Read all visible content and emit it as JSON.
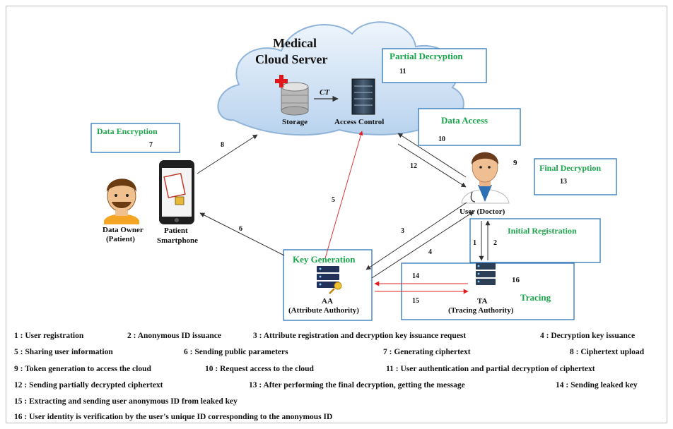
{
  "cloud": {
    "title_line1": "Medical",
    "title_line2": "Cloud Server",
    "ct_label": "CT",
    "storage_label": "Storage",
    "access_control_label": "Access Control"
  },
  "boxes": {
    "partial_decryption": {
      "title": "Partial Decryption",
      "num": "11"
    },
    "data_access": {
      "title": "Data Access",
      "num": "10"
    },
    "data_encryption": {
      "title": "Data Encryption",
      "num": "7"
    },
    "final_decryption": {
      "title": "Final Decryption",
      "num": "13"
    },
    "initial_registration": {
      "title": "Initial Registration"
    },
    "key_generation": {
      "title": "Key Generation"
    },
    "tracing": {
      "title": "Tracing"
    }
  },
  "actors": {
    "owner_line1": "Data Owner",
    "owner_line2": "(Patient)",
    "phone_line1": "Patient",
    "phone_line2": "Smartphone",
    "user": "User (Doctor)",
    "user_num": "9",
    "aa_line1": "AA",
    "aa_line2": "(Attribute Authority)",
    "ta_line1": "TA",
    "ta_line2": "(Tracing Authority)",
    "ta_num": "16"
  },
  "arrow_labels": {
    "a1": "1",
    "a2": "2",
    "a3": "3",
    "a4": "4",
    "a5": "5",
    "a6": "6",
    "a8": "8",
    "a12": "12",
    "a14": "14",
    "a15": "15"
  },
  "legend": {
    "l1": "1 : User registration",
    "l2": "2 : Anonymous ID issuance",
    "l3": "3 : Attribute registration and decryption key issuance request",
    "l4": "4 : Decryption key issuance",
    "l5": "5 : Sharing user information",
    "l6": "6 : Sending public parameters",
    "l7": "7 : Generating ciphertext",
    "l8": "8 : Ciphertext upload",
    "l9": "9 : Token generation to access the cloud",
    "l10": "10 : Request access to the cloud",
    "l11": "11 : User authentication and partial decryption of ciphertext",
    "l12": "12 : Sending partially decrypted ciphertext",
    "l13": "13 : After performing the final decryption, getting the message",
    "l14": "14 : Sending leaked key",
    "l15": "15 : Extracting and sending user anonymous ID from leaked key",
    "l16": "16 : User identity is verification by the user's unique ID corresponding to the anonymous ID"
  },
  "colors": {
    "box_border": "#2e75b6",
    "box_title": "#1aa64a",
    "red_arrow": "#e02020",
    "arrow": "#444444"
  }
}
